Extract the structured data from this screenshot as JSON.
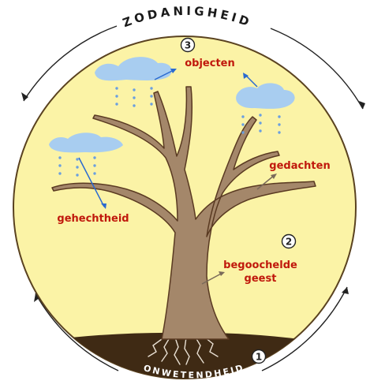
{
  "title_top": "ZODANIGHEID",
  "title_bottom": "ONWETENDHEID",
  "labels": {
    "objecten": "objecten",
    "gedachten": "gedachten",
    "gehechtheid": "gehechtheid",
    "begoochelde_1": "begoochelde",
    "begoochelde_2": "geest"
  },
  "numbers": {
    "n1": "1",
    "n2": "2",
    "n3": "3"
  },
  "colors": {
    "disc": "#fbf3a6",
    "disc_border": "#5a4220",
    "trunk": "#a4876a",
    "trunk_outline": "#5a3a22",
    "ground": "#3f2a14",
    "cloud": "#a8cdf0",
    "rain": "#6a9fe0",
    "label": "#c0180c"
  }
}
